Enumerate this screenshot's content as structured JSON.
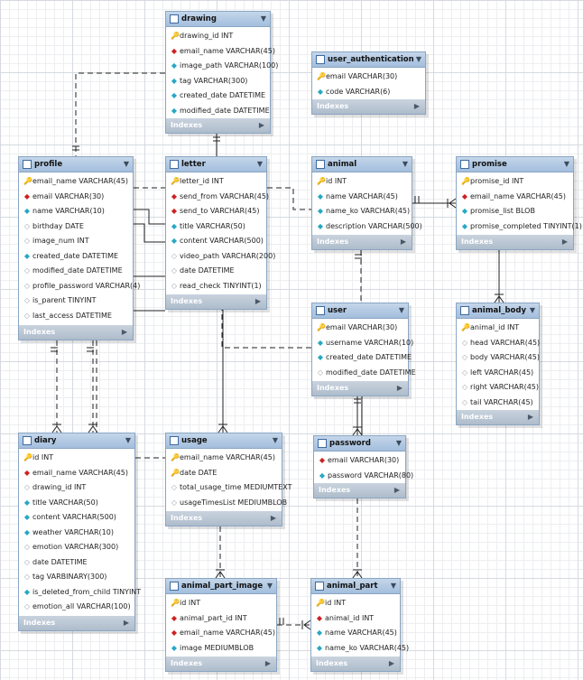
{
  "indexes_label": "Indexes",
  "tables": [
    {
      "id": "drawing",
      "name": "drawing",
      "columns": [
        {
          "icon": "pk",
          "text": "drawing_id INT"
        },
        {
          "icon": "fk",
          "text": "email_name VARCHAR(45)"
        },
        {
          "icon": "nn",
          "text": "image_path VARCHAR(100)"
        },
        {
          "icon": "nn",
          "text": "tag VARCHAR(300)"
        },
        {
          "icon": "nn",
          "text": "created_date DATETIME"
        },
        {
          "icon": "nn",
          "text": "modified_date DATETIME"
        }
      ]
    },
    {
      "id": "user_authentication",
      "name": "user_authentication",
      "columns": [
        {
          "icon": "pk",
          "text": "email VARCHAR(30)"
        },
        {
          "icon": "nn",
          "text": "code VARCHAR(6)"
        }
      ]
    },
    {
      "id": "profile",
      "name": "profile",
      "columns": [
        {
          "icon": "pk",
          "text": "email_name VARCHAR(45)"
        },
        {
          "icon": "fk",
          "text": "email VARCHAR(30)"
        },
        {
          "icon": "nn",
          "text": "name VARCHAR(10)"
        },
        {
          "icon": "nl",
          "text": "birthday DATE"
        },
        {
          "icon": "nl",
          "text": "image_num INT"
        },
        {
          "icon": "nn",
          "text": "created_date DATETIME"
        },
        {
          "icon": "nl",
          "text": "modified_date DATETIME"
        },
        {
          "icon": "nl",
          "text": "profile_password VARCHAR(4)"
        },
        {
          "icon": "nl",
          "text": "is_parent TINYINT"
        },
        {
          "icon": "nl",
          "text": "last_access DATETIME"
        }
      ]
    },
    {
      "id": "letter",
      "name": "letter",
      "columns": [
        {
          "icon": "pk",
          "text": "letter_id INT"
        },
        {
          "icon": "fk",
          "text": "send_from VARCHAR(45)"
        },
        {
          "icon": "fk",
          "text": "send_to VARCHAR(45)"
        },
        {
          "icon": "nn",
          "text": "title VARCHAR(50)"
        },
        {
          "icon": "nn",
          "text": "content VARCHAR(500)"
        },
        {
          "icon": "nl",
          "text": "video_path VARCHAR(200)"
        },
        {
          "icon": "nl",
          "text": "date DATETIME"
        },
        {
          "icon": "nl",
          "text": "read_check TINYINT(1)"
        }
      ]
    },
    {
      "id": "animal",
      "name": "animal",
      "columns": [
        {
          "icon": "pk",
          "text": "id INT"
        },
        {
          "icon": "nn",
          "text": "name VARCHAR(45)"
        },
        {
          "icon": "nn",
          "text": "name_ko VARCHAR(45)"
        },
        {
          "icon": "nn",
          "text": "description VARCHAR(500)"
        }
      ]
    },
    {
      "id": "promise",
      "name": "promise",
      "columns": [
        {
          "icon": "pk",
          "text": "promise_id INT"
        },
        {
          "icon": "fk",
          "text": "email_name VARCHAR(45)"
        },
        {
          "icon": "nn",
          "text": "promise_list BLOB"
        },
        {
          "icon": "nn",
          "text": "promise_completed TINYINT(1)"
        }
      ]
    },
    {
      "id": "user",
      "name": "user",
      "columns": [
        {
          "icon": "pk",
          "text": "email VARCHAR(30)"
        },
        {
          "icon": "nn",
          "text": "username VARCHAR(10)"
        },
        {
          "icon": "nn",
          "text": "created_date DATETIME"
        },
        {
          "icon": "nl",
          "text": "modified_date DATETIME"
        }
      ]
    },
    {
      "id": "animal_body",
      "name": "animal_body",
      "columns": [
        {
          "icon": "fkpk",
          "text": "animal_id INT"
        },
        {
          "icon": "nl",
          "text": "head VARCHAR(45)"
        },
        {
          "icon": "nl",
          "text": "body VARCHAR(45)"
        },
        {
          "icon": "nl",
          "text": "left VARCHAR(45)"
        },
        {
          "icon": "nl",
          "text": "right VARCHAR(45)"
        },
        {
          "icon": "nl",
          "text": "tail VARCHAR(45)"
        }
      ]
    },
    {
      "id": "diary",
      "name": "diary",
      "columns": [
        {
          "icon": "pk",
          "text": "id INT"
        },
        {
          "icon": "fk",
          "text": "email_name VARCHAR(45)"
        },
        {
          "icon": "nl",
          "text": "drawing_id INT"
        },
        {
          "icon": "nn",
          "text": "title VARCHAR(50)"
        },
        {
          "icon": "nn",
          "text": "content VARCHAR(500)"
        },
        {
          "icon": "nn",
          "text": "weather VARCHAR(10)"
        },
        {
          "icon": "nl",
          "text": "emotion VARCHAR(300)"
        },
        {
          "icon": "nl",
          "text": "date DATETIME"
        },
        {
          "icon": "nl",
          "text": "tag VARBINARY(300)"
        },
        {
          "icon": "nn",
          "text": "is_deleted_from_child TINYINT"
        },
        {
          "icon": "nl",
          "text": "emotion_all VARCHAR(100)"
        }
      ]
    },
    {
      "id": "usage",
      "name": "usage",
      "columns": [
        {
          "icon": "fkpk",
          "text": "email_name VARCHAR(45)"
        },
        {
          "icon": "pk",
          "text": "date DATE"
        },
        {
          "icon": "nl",
          "text": "total_usage_time MEDIUMTEXT"
        },
        {
          "icon": "nl",
          "text": "usageTimesList MEDIUMBLOB"
        }
      ]
    },
    {
      "id": "password",
      "name": "password",
      "columns": [
        {
          "icon": "fk",
          "text": "email VARCHAR(30)"
        },
        {
          "icon": "nn",
          "text": "password VARCHAR(80)"
        }
      ]
    },
    {
      "id": "animal_part_image",
      "name": "animal_part_image",
      "columns": [
        {
          "icon": "pk",
          "text": "id INT"
        },
        {
          "icon": "fk",
          "text": "animal_part_id INT"
        },
        {
          "icon": "fk",
          "text": "email_name VARCHAR(45)"
        },
        {
          "icon": "nn",
          "text": "image MEDIUMBLOB"
        }
      ]
    },
    {
      "id": "animal_part",
      "name": "animal_part",
      "columns": [
        {
          "icon": "pk",
          "text": "id INT"
        },
        {
          "icon": "fk",
          "text": "animal_id INT"
        },
        {
          "icon": "nn",
          "text": "name VARCHAR(45)"
        },
        {
          "icon": "nn",
          "text": "name_ko VARCHAR(45)"
        }
      ]
    }
  ]
}
